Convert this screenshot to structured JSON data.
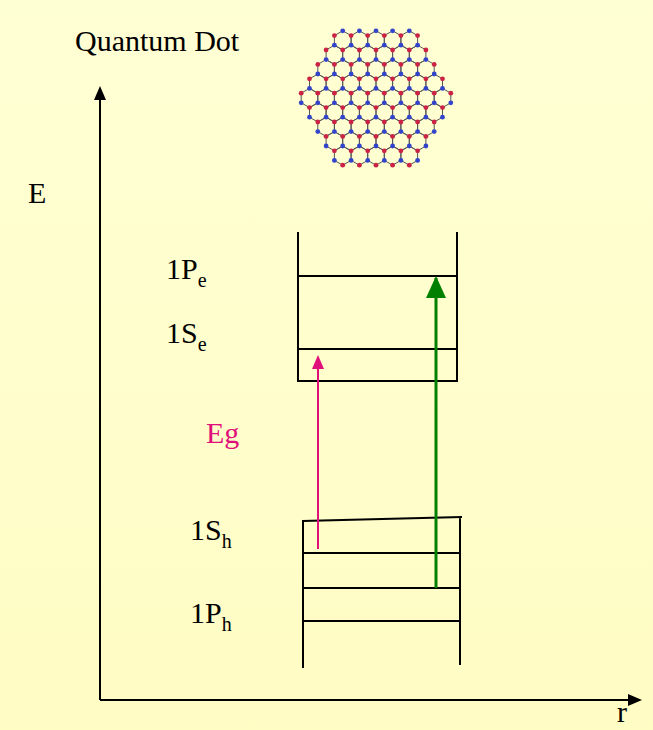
{
  "diagram": {
    "title": "Quantum Dot",
    "labels": [
      "E",
      "1Pe",
      "1Se",
      "Eg",
      "1Sh",
      "1Ph",
      "r"
    ]
  }
}
